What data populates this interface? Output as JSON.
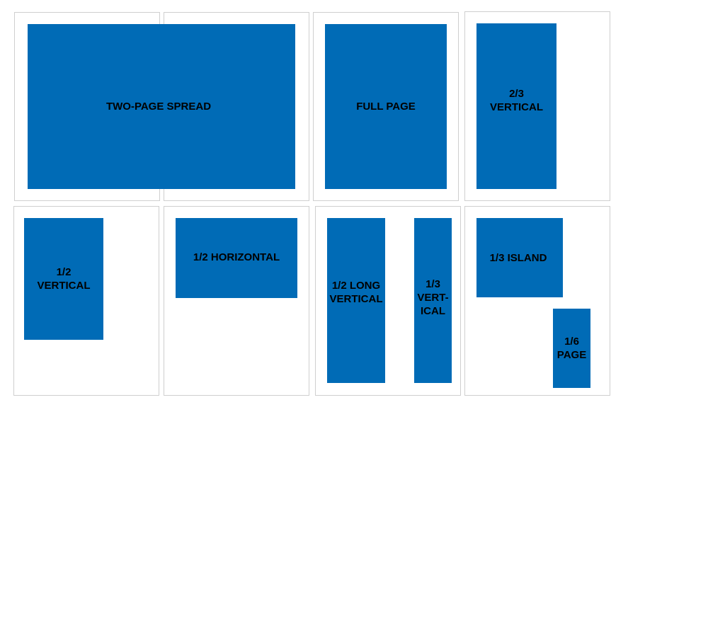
{
  "colors": {
    "ad_fill": "#006bb6",
    "page_border": "#cfcfcf",
    "label_text": "#000000",
    "background": "#ffffff"
  },
  "ad_sizes": {
    "two_page_spread": "TWO-PAGE SPREAD",
    "full_page": "FULL PAGE",
    "two_thirds_vertical": "2/3\nVERTICAL",
    "half_vertical": "1/2\nVERTICAL",
    "half_horizontal": "1/2 HORIZONTAL",
    "half_long_vertical": "1/2 LONG\nVERTICAL",
    "third_vertical": "1/3\nVERT-\nICAL",
    "third_island": "1/3 ISLAND",
    "sixth_page": "1/6\nPAGE"
  }
}
